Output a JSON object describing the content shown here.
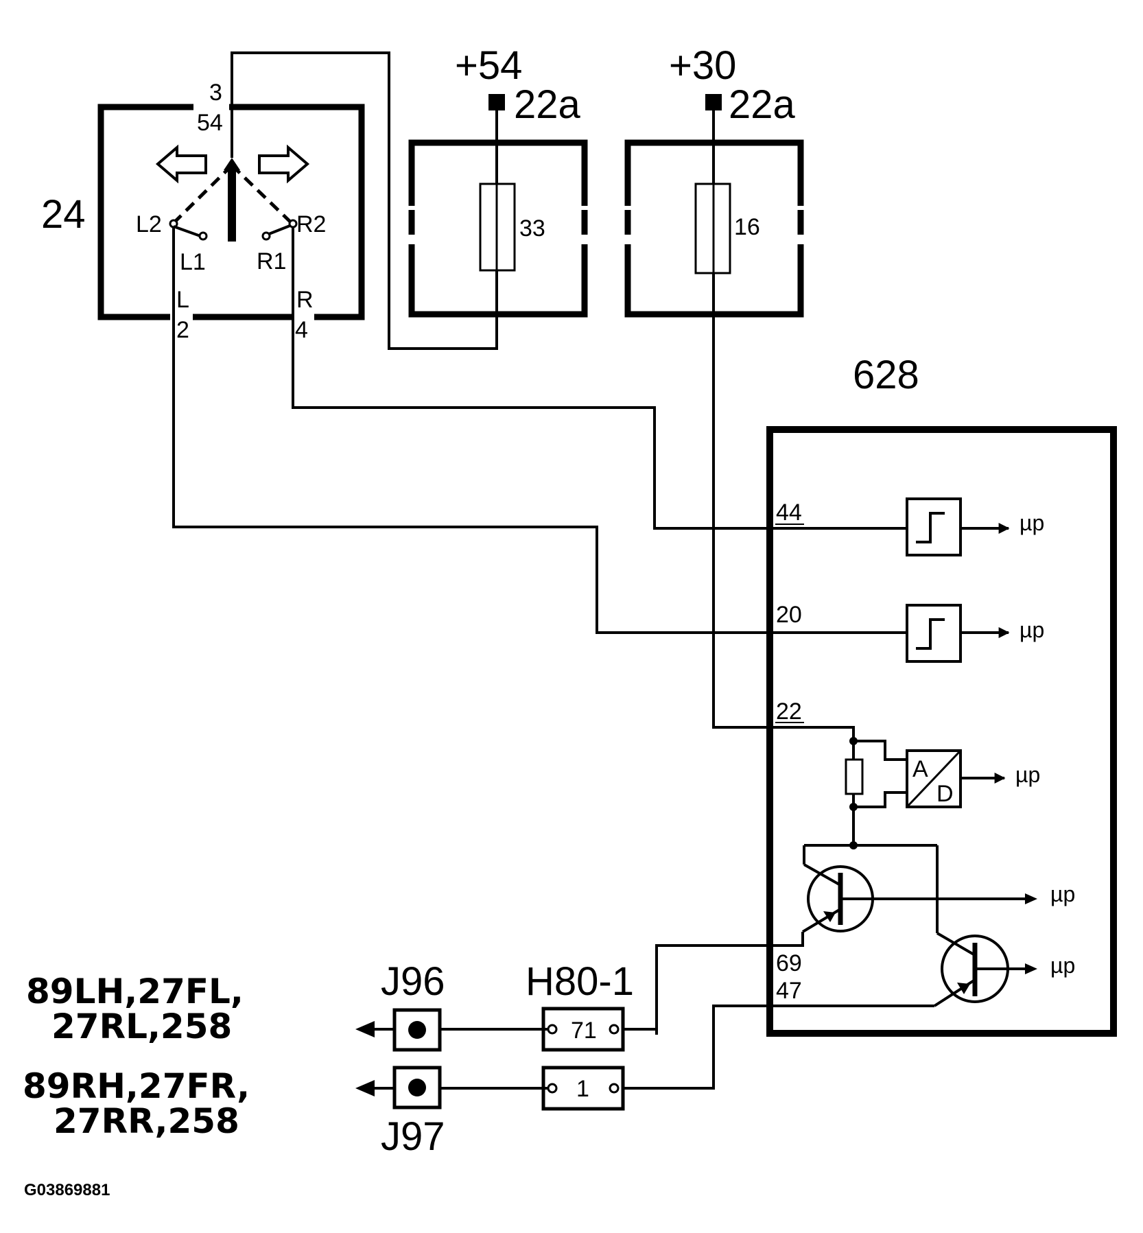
{
  "components": {
    "switch": {
      "id": "24",
      "top_pins": [
        "3",
        "54"
      ],
      "contacts": [
        "L2",
        "L1",
        "R1",
        "R2"
      ],
      "bottom_left": {
        "terminal": "L",
        "pin": "2"
      },
      "bottom_right": {
        "terminal": "R",
        "pin": "4"
      }
    },
    "fuse_a": {
      "supply": "+54",
      "node": "22a",
      "fuse": "33"
    },
    "fuse_b": {
      "supply": "+30",
      "node": "22a",
      "fuse": "16"
    },
    "module": {
      "id": "628",
      "pins": [
        "44",
        "20",
        "22",
        "69",
        "47"
      ],
      "outputs": [
        "µp",
        "µp",
        "µp",
        "µp",
        "µp"
      ],
      "adc_labels": [
        "A",
        "D"
      ]
    },
    "connector": {
      "id": "H80-1",
      "pins": [
        "71",
        "1"
      ]
    },
    "junctions": {
      "upper": "J96",
      "lower": "J97"
    },
    "destinations": {
      "upper": [
        "89LH,27FL,",
        "27RL,258"
      ],
      "lower": [
        "89RH,27FR,",
        "27RR,258"
      ]
    }
  },
  "figure_code": "G03869881"
}
